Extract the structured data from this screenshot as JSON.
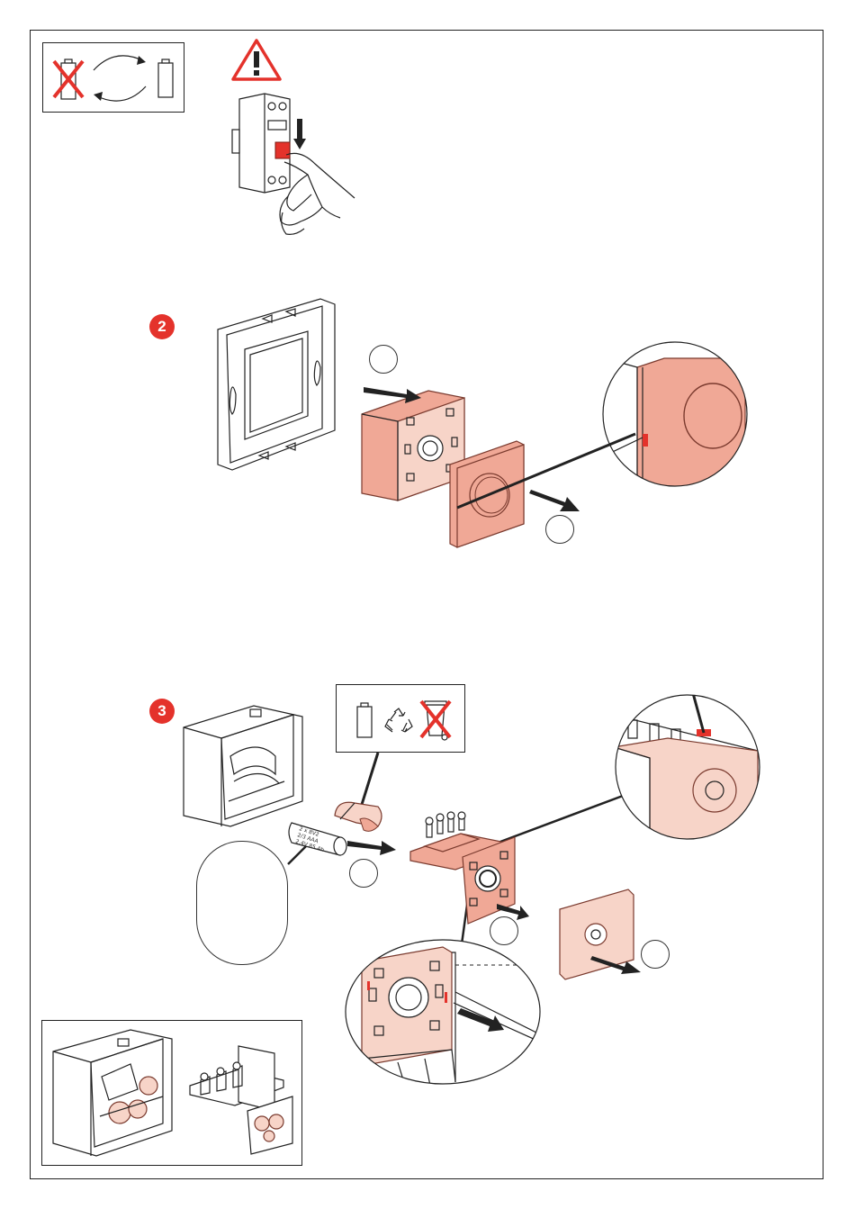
{
  "page": {
    "steps": [
      {
        "number": "2"
      },
      {
        "number": "3"
      }
    ],
    "battery_label": [
      "2 x 8V2",
      "2/3 AAA",
      "2,4V 85 Ah"
    ],
    "colors": {
      "accent_red": "#e4322b",
      "part_pink": "#f0a896",
      "part_light_pink": "#f7d4c8",
      "line": "#222222"
    },
    "icons": [
      "battery-crossed-icon",
      "swap-arrows-icon",
      "battery-icon",
      "warning-triangle-icon",
      "circuit-breaker-icon",
      "recycle-icon",
      "crossed-bin-icon",
      "screwdriver-icon"
    ]
  }
}
